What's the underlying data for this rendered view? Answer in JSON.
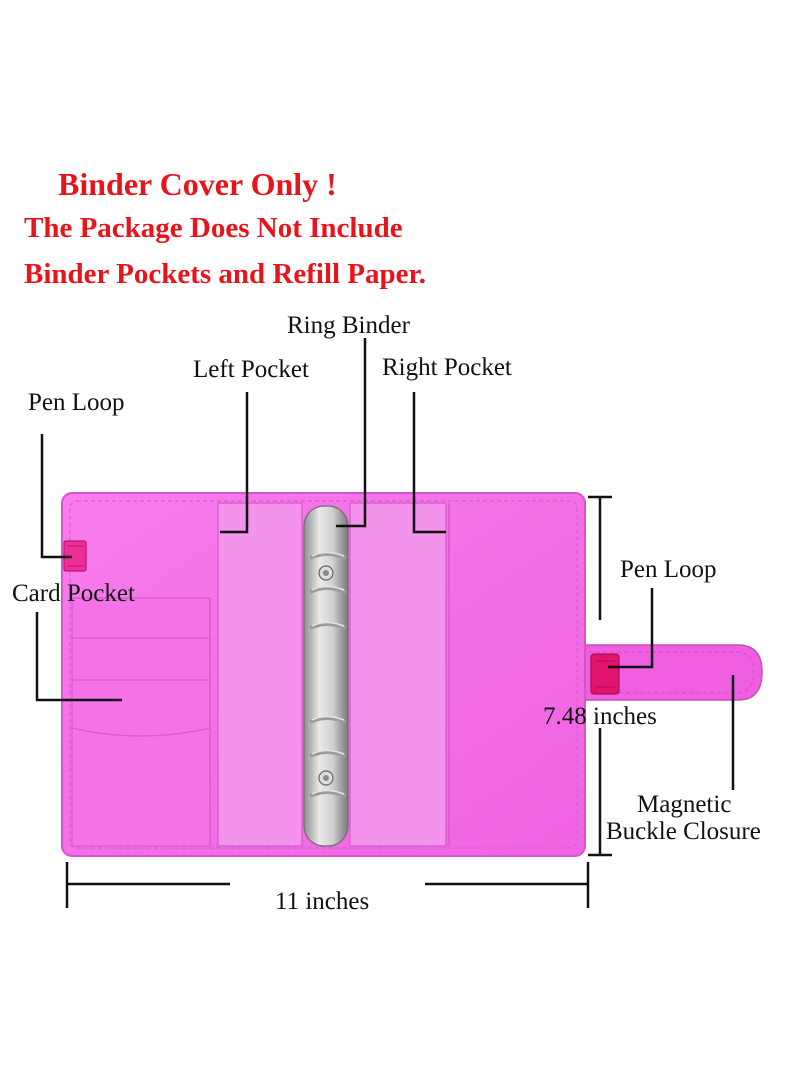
{
  "notice": {
    "line1": "Binder Cover Only !",
    "line2": "The Package Does Not Include",
    "line3": "Binder Pockets and Refill Paper."
  },
  "labels": {
    "ring_binder": "Ring Binder",
    "left_pocket": "Left Pocket",
    "right_pocket": "Right Pocket",
    "pen_loop_left": "Pen Loop",
    "card_pocket": "Card Pocket",
    "pen_loop_right": "Pen Loop",
    "height": "7.48 inches",
    "width": "11 inches",
    "closure_line1": "Magnetic",
    "closure_line2": "Buckle Closure"
  },
  "colors": {
    "notice_text": "#e8141b",
    "cover_pink": "#f56fe8",
    "pocket_pink": "#f27ee7",
    "ring_metal": "#b9b9b9",
    "strap_magenta": "#e2136d"
  }
}
